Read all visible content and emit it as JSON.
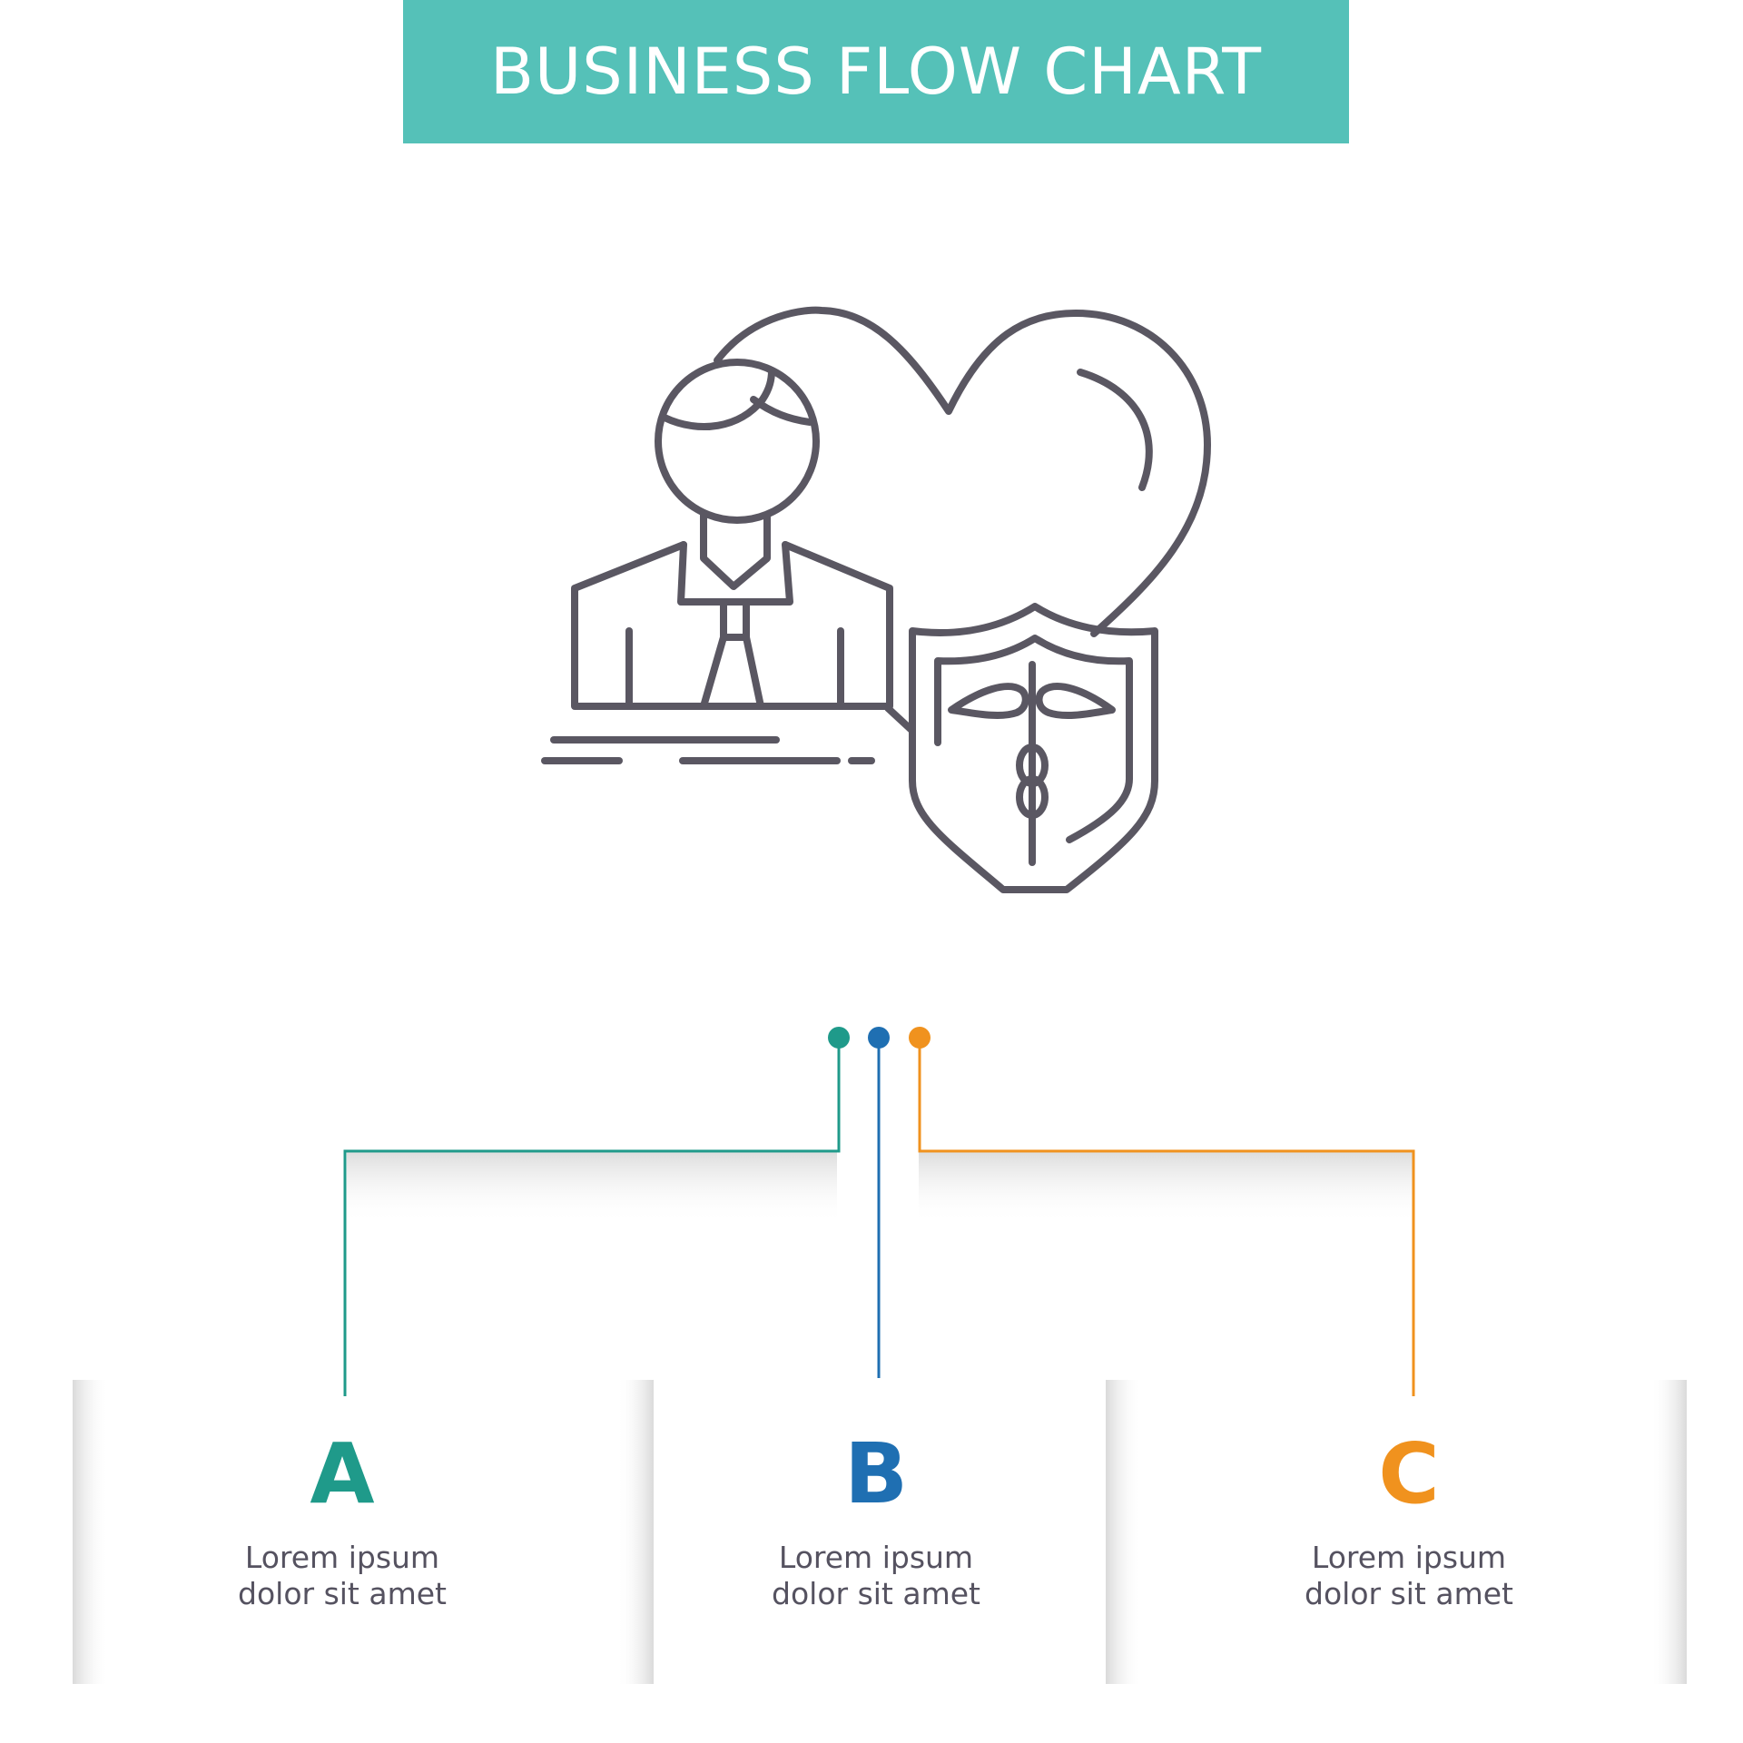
{
  "title": "BUSINESS FLOW CHART",
  "colors": {
    "title_bg": "#55c1b8",
    "icon_stroke": "#5a5762",
    "branch_a": "#1f9a8a",
    "branch_b": "#1f6fb2",
    "branch_c": "#f0921e",
    "text": "#555260"
  },
  "icon": "businessman-heart-insurance-shield-icon",
  "steps": [
    {
      "letter": "A",
      "line1": "Lorem ipsum",
      "line2": "dolor sit amet"
    },
    {
      "letter": "B",
      "line1": "Lorem ipsum",
      "line2": "dolor sit amet"
    },
    {
      "letter": "C",
      "line1": "Lorem ipsum",
      "line2": "dolor sit amet"
    }
  ]
}
